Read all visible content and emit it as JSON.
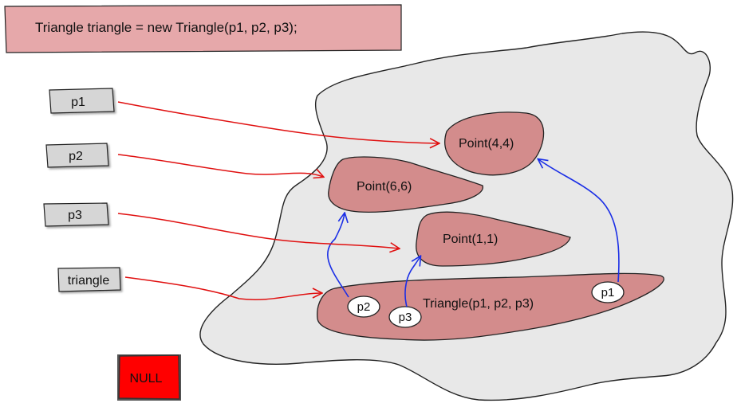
{
  "code_line": "Triangle triangle = new Triangle(p1, p2, p3);",
  "variables": {
    "p1": "p1",
    "p2": "p2",
    "p3": "p3",
    "triangle": "triangle"
  },
  "heap_objects": {
    "point_4_4": "Point(4,4)",
    "point_6_6": "Point(6,6)",
    "point_1_1": "Point(1,1)",
    "triangle": "Triangle(p1, p2, p3)"
  },
  "triangle_fields": {
    "p1": "p1",
    "p2": "p2",
    "p3": "p3"
  },
  "null_label": "NULL",
  "colors": {
    "code_box": "#e6a8aa",
    "heap": "#e8e8e8",
    "object": "#d38c8c",
    "variable_box": "#d6d6d6",
    "stack_arrow": "#e01010",
    "field_arrow": "#1a2ee6",
    "null_box": "#ff0000"
  }
}
